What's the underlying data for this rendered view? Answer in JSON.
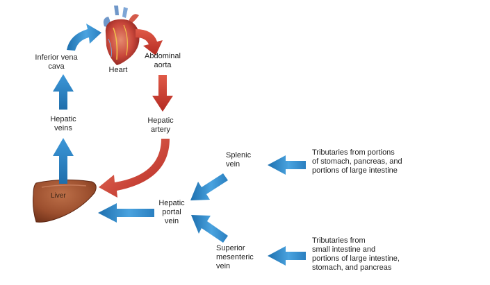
{
  "labels": {
    "heart": [
      "Heart"
    ],
    "inferior_vena_cava": [
      "Inferior vena",
      "cava"
    ],
    "abdominal_aorta": [
      "Abdominal",
      "aorta"
    ],
    "hepatic_veins": [
      "Hepatic",
      "veins"
    ],
    "hepatic_artery": [
      "Hepatic",
      "artery"
    ],
    "liver": "Liver",
    "splenic_vein": [
      "Splenic",
      "vein"
    ],
    "hepatic_portal_vein": [
      "Hepatic",
      "portal",
      "vein"
    ],
    "superior_mesenteric_vein": [
      "Superior",
      "mesenteric",
      "vein"
    ],
    "tributaries_splenic": [
      "Tributaries from portions",
      "of stomach, pancreas, and",
      "portions of large intestine"
    ],
    "tributaries_mesenteric": [
      "Tributaries from",
      "small intestine and",
      "portions of large intestine,",
      "stomach, and pancreas"
    ]
  },
  "colors": {
    "blood_venous": "#2e86c8",
    "blood_arterial": "#c8312a",
    "liver": "#9c4f2e",
    "heart": "#c8463a"
  }
}
